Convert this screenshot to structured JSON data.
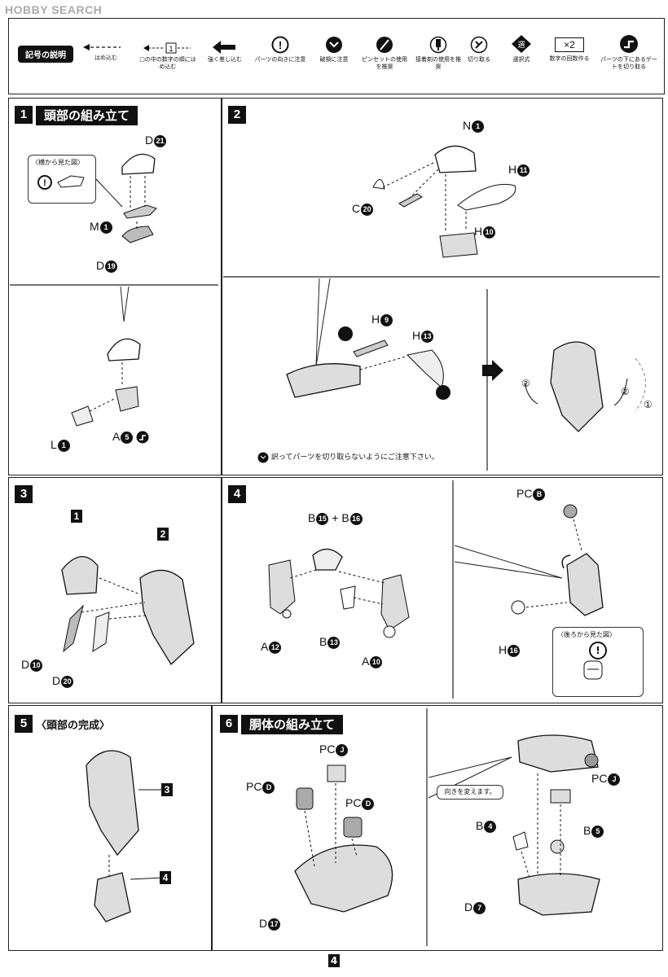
{
  "watermark": "HOBBY SEARCH",
  "legend": {
    "title": "記号の説明",
    "items": [
      {
        "icon": "dashed-arrow-icon",
        "label": "はめ込む"
      },
      {
        "icon": "step-ref-arrow-icon",
        "label": "□の中の数字の順にはめ込む",
        "num": "1"
      },
      {
        "icon": "bold-arrow-icon",
        "label": "強く差し込む"
      },
      {
        "icon": "caution-icon",
        "label": "パーツの向きに注意"
      },
      {
        "icon": "no-cut-icon",
        "label": "破損に注意"
      },
      {
        "icon": "tweezers-icon",
        "label": "ピンセットの使用を推奨"
      },
      {
        "icon": "adhesive-icon",
        "label": "接着剤の使用を推奨"
      },
      {
        "icon": "cut-icon",
        "label": "切り取る"
      },
      {
        "icon": "choose-icon",
        "label": "選択式"
      },
      {
        "icon": "times-two-icon",
        "label": "数字の回数作る",
        "num": "×2"
      },
      {
        "icon": "gate-icon",
        "label": "パーツの下にあるゲートを切り取る"
      }
    ]
  },
  "steps": {
    "s1": {
      "num": "1",
      "title": "頭部の組み立て",
      "side_view": "〈横から見た図〉",
      "labels": [
        {
          "p": "D",
          "n": "21"
        },
        {
          "p": "M",
          "n": "1"
        },
        {
          "p": "D",
          "n": "19"
        },
        {
          "p": "L",
          "n": "1"
        },
        {
          "p": "A",
          "n": "5"
        }
      ]
    },
    "s2": {
      "num": "2",
      "labels": [
        {
          "p": "N",
          "n": "1"
        },
        {
          "p": "H",
          "n": "11"
        },
        {
          "p": "C",
          "n": "20"
        },
        {
          "p": "H",
          "n": "10"
        },
        {
          "p": "H",
          "n": "9"
        },
        {
          "p": "H",
          "n": "13"
        }
      ],
      "note": "訳ってパーツを切り取らないようにご注意下さい。",
      "rot": [
        "②",
        "②",
        "①"
      ]
    },
    "s3": {
      "num": "3",
      "refs": [
        "1",
        "2"
      ],
      "labels": [
        {
          "p": "D",
          "n": "10"
        },
        {
          "p": "D",
          "n": "20"
        }
      ]
    },
    "s4": {
      "num": "4",
      "labels": [
        {
          "p": "B",
          "n": "15"
        },
        {
          "p": "B",
          "n": "16"
        },
        {
          "p": "A",
          "n": "12"
        },
        {
          "p": "B",
          "n": "13"
        },
        {
          "p": "A",
          "n": "10"
        },
        {
          "p": "PC",
          "n": "B"
        },
        {
          "p": "H",
          "n": "16"
        }
      ],
      "plus": "+",
      "back_view": "〈後ろから見た図〉"
    },
    "s5": {
      "num": "5",
      "title": "〈頭部の完成〉",
      "refs": [
        "3",
        "4"
      ]
    },
    "s6": {
      "num": "6",
      "title": "胴体の組み立て",
      "labels": [
        {
          "p": "PC",
          "n": "J"
        },
        {
          "p": "PC",
          "n": "D"
        },
        {
          "p": "PC",
          "n": "D"
        },
        {
          "p": "D",
          "n": "17"
        },
        {
          "p": "PC",
          "n": "J"
        },
        {
          "p": "B",
          "n": "4"
        },
        {
          "p": "B",
          "n": "5"
        },
        {
          "p": "D",
          "n": "7"
        }
      ],
      "note": "向きを変えます。"
    }
  },
  "page_number": "4",
  "colors": {
    "ink": "#111111",
    "paper": "#ffffff",
    "gray": "#888888"
  }
}
